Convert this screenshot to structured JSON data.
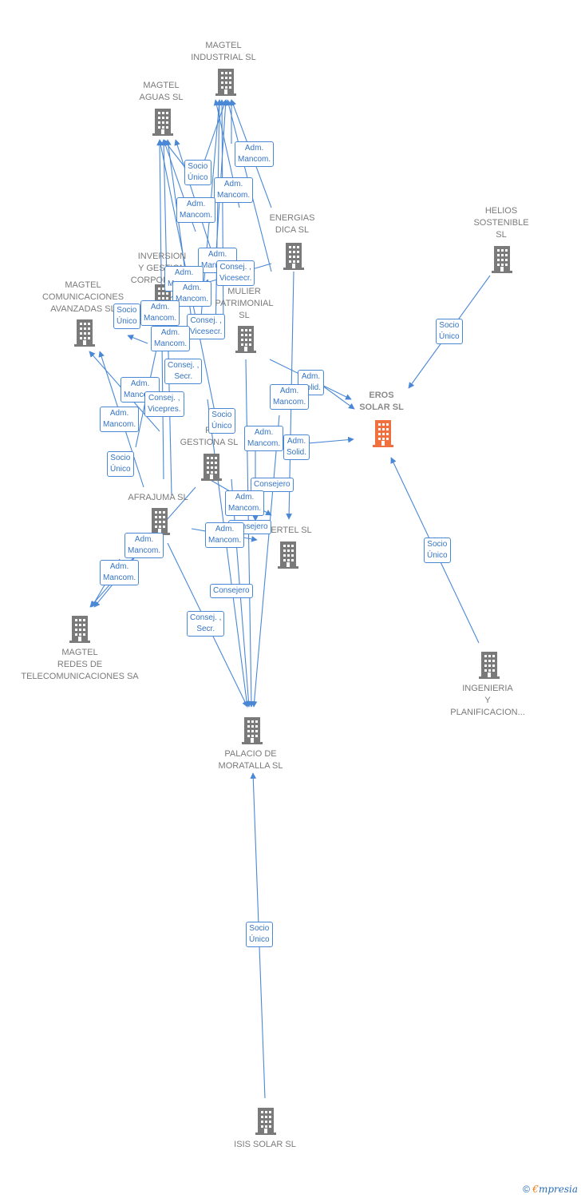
{
  "nodes": [
    {
      "id": "magtel_industrial",
      "label": "MAGTEL\nINDUSTRIAL SL"
    },
    {
      "id": "magtel_aguas",
      "label": "MAGTEL\nAGUAS  SL"
    },
    {
      "id": "energias_dica",
      "label": "ENERGIAS\nDICA SL"
    },
    {
      "id": "helios",
      "label": "HELIOS\nSOSTENIBLE\nSL"
    },
    {
      "id": "inversion",
      "label": "INVERSION\nY GESTION\nCORPORATIVA"
    },
    {
      "id": "magtel_com",
      "label": "MAGTEL\nCOMUNICACIONES\nAVANZADAS SL"
    },
    {
      "id": "mulier",
      "label": "MULIER\nPATRIMONIAL\nSL"
    },
    {
      "id": "eros",
      "label": "EROS\nSOLAR  SL",
      "focus": true
    },
    {
      "id": "fi_gestiona",
      "label": "FI\nGESTIONA SL"
    },
    {
      "id": "afrajuma",
      "label": "AFRAJUMA SL"
    },
    {
      "id": "ertel",
      "label": "ERTEL SL"
    },
    {
      "id": "magtel_redes",
      "label": "MAGTEL\nREDES DE\nTELECOMUNICACIONES SA"
    },
    {
      "id": "ingenieria",
      "label": "INGENIERIA\nY\nPLANIFICACION..."
    },
    {
      "id": "palacio",
      "label": "PALACIO DE\nMORATALLA SL"
    },
    {
      "id": "isis",
      "label": "ISIS SOLAR  SL"
    }
  ],
  "edge_labels": [
    "Adm.\nMancom.",
    "Socio\nÚnico",
    "Adm.\nMancom.",
    "Adm.\nMancom.",
    "Adm.\nMancom.",
    "Consej. ,\nVicesecr.",
    "Adm.\nMancom.",
    "Adm.\nMancom.",
    "Socio\nÚnico",
    "Adm.\nMancom.",
    "Consej. ,\nVicesecr.",
    "Adm.\nMancom.",
    "Socio\nÚnico",
    "Consej. ,\nSecr.",
    "Adm.\nSolid.",
    "Adm.\nMancom.",
    "Adm.\nMancom.",
    "Consej. ,\nVicepres.",
    "Adm.\nMancom.",
    "Socio\nÚnico",
    "Adm.\nMancom.",
    "Adm.\nSolid.",
    "Socio\nÚnico",
    "Consejero",
    "Adm.\nMancom.",
    "Consejero",
    "Adm.\nMancom.",
    "Adm.\nMancom.",
    "Adm.\nMancom.",
    "Socio\nÚnico",
    "Consejero",
    "Consej. ,\nSecr.",
    "Socio\nÚnico"
  ],
  "footer": {
    "copyright": "©",
    "brand_first": "€",
    "brand_rest": "mpresia"
  },
  "colors": {
    "edge": "#4a88d6",
    "node": "#7a7a7a",
    "focus_node": "#f07040"
  }
}
